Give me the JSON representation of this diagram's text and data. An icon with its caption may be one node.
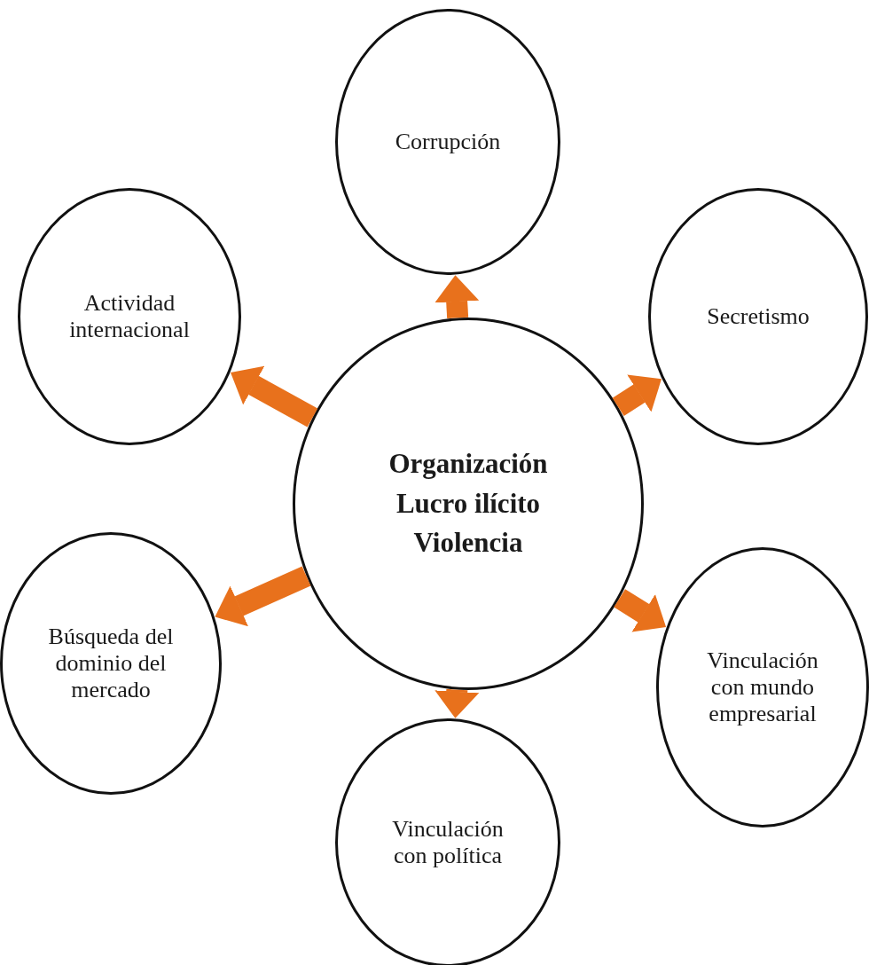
{
  "diagram": {
    "nodes": [
      {
        "text": [
          "Corrupción"
        ]
      },
      {
        "text": [
          "Actividad internacional"
        ]
      },
      {
        "text": [
          "Secretismo"
        ]
      },
      {
        "text": [
          "Organización",
          "Lucro ilícito",
          "Violencia"
        ]
      },
      {
        "text": [
          "Búsqueda del dominio del mercado"
        ]
      },
      {
        "text": [
          "Vinculación con mundo empresarial"
        ]
      },
      {
        "text": [
          "Vinculación con política"
        ]
      }
    ],
    "edges": [
      {
        "from": 3,
        "to": 0,
        "arrow": "to"
      },
      {
        "from": 3,
        "to": 1,
        "arrow": "to"
      },
      {
        "from": 3,
        "to": 2,
        "arrow": "to"
      },
      {
        "from": 3,
        "to": 4,
        "arrow": "to"
      },
      {
        "from": 3,
        "to": 5,
        "arrow": "to"
      },
      {
        "from": 3,
        "to": 6,
        "arrow": "to"
      }
    ]
  }
}
